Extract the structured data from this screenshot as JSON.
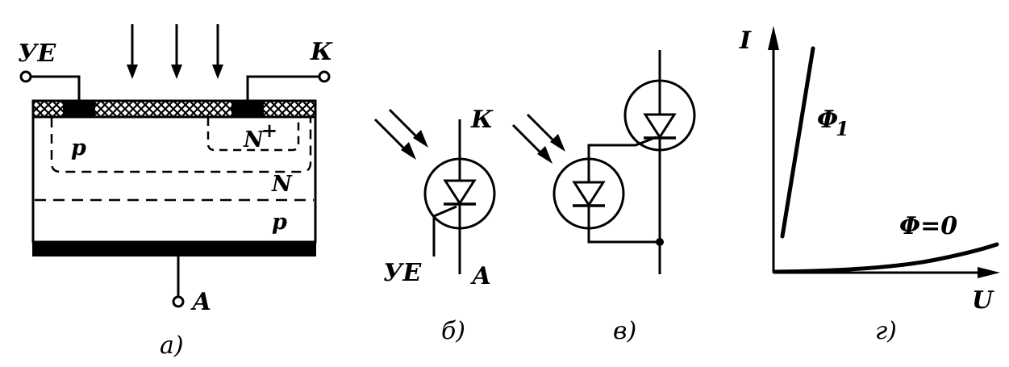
{
  "panel_a": {
    "label_control_electrode": "УЕ",
    "label_cathode": "К",
    "label_anode": "А",
    "label_p_region": "p",
    "label_n_plus_region": "N",
    "label_n_plus_sup": "+",
    "label_n_layer": "N",
    "label_p_layer": "p",
    "caption": "а)"
  },
  "panel_b": {
    "label_cathode": "К",
    "label_control_electrode": "УЕ",
    "label_anode": "А",
    "caption": "б)"
  },
  "panel_v": {
    "caption": "в)"
  },
  "panel_g": {
    "label_y_axis": "I",
    "label_x_axis": "U",
    "label_curve_phi1": "Φ",
    "label_curve_phi1_sub": "1",
    "label_curve_phi0": "Φ=0",
    "caption": "г)"
  }
}
